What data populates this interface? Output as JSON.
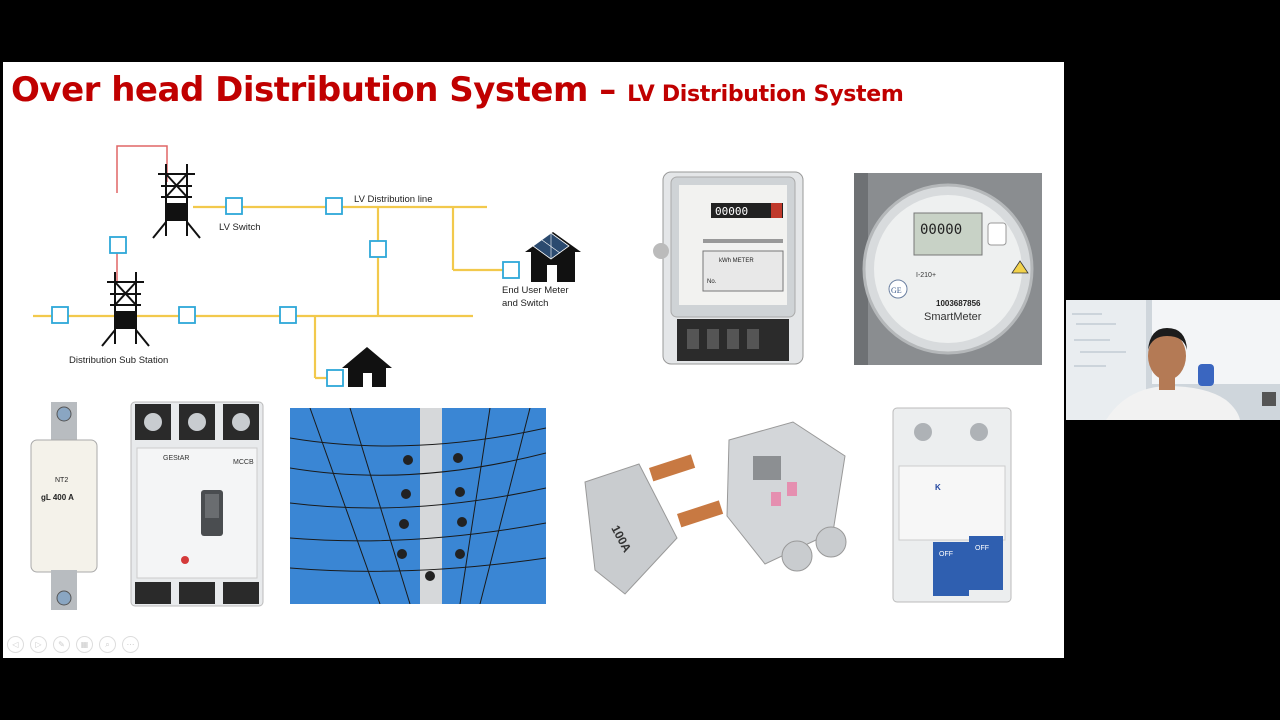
{
  "slide": {
    "title_main": "Over head Distribution System – ",
    "title_sub": "LV Distribution System",
    "title_color": "#c00000"
  },
  "diagram": {
    "label_lv_switch": "LV Switch",
    "label_lv_line": "LV Distribution line",
    "label_end_user_1": "End User Meter",
    "label_end_user_2": "and  Switch",
    "label_substation": "Distribution  Sub Station",
    "line_color": "#f2c94c",
    "switch_color": "#2ea8d8",
    "feeder_color": "#e06666"
  },
  "photos": {
    "kwh_meter_text": "kWh METER",
    "kwh_reading": "00000",
    "kwh_serial": "No.",
    "smart_reading": "00000",
    "smart_model": "I-210+",
    "smart_serial": "1003687856",
    "smart_brand": "SmartMeter",
    "smart_logo": "GE",
    "fuse_type": "NT2",
    "fuse_rating": "gL 400 A",
    "mccb_brand": "GEStAR",
    "mccb_label": "MCCB",
    "cutout_rating": "100A",
    "mcb_off_1": "OFF",
    "mcb_off_2": "OFF"
  },
  "controls": [
    "◁",
    "▷",
    "✎",
    "▦",
    "⌕",
    "⋯"
  ]
}
